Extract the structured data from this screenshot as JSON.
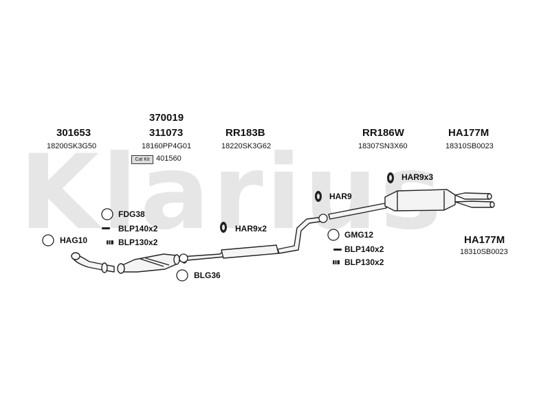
{
  "watermark": "Klarius",
  "parts": {
    "p1": {
      "number": "301653",
      "oe": "18200SK3G50"
    },
    "p2": {
      "number_top": "370019",
      "number": "311073",
      "oe": "18160PP4G01",
      "catkit_badge": "Cat Kit",
      "catkit_number": "401560"
    },
    "p3": {
      "number": "RR183B",
      "oe": "18220SK3G62"
    },
    "p4": {
      "number": "RR186W",
      "oe": "18307SN3X60"
    },
    "p5": {
      "number": "HA177M",
      "oe": "18310SB0023"
    },
    "p6": {
      "number": "HA177M",
      "oe": "18310SB0023"
    }
  },
  "fittings": {
    "hag10": "HAG10",
    "fdg38": "FDG38",
    "blp140_left": "BLP140x2",
    "blp130_left": "BLP130x2",
    "blg36": "BLG36",
    "har9x2": "HAR9x2",
    "har9": "HAR9",
    "har9x3": "HAR9x3",
    "gmg12": "GMG12",
    "blp140_right": "BLP140x2",
    "blp130_right": "BLP130x2"
  },
  "colors": {
    "watermark": "#e6e6e6",
    "line": "#222222",
    "part_fill": "#f4f4f4",
    "text": "#111111"
  }
}
